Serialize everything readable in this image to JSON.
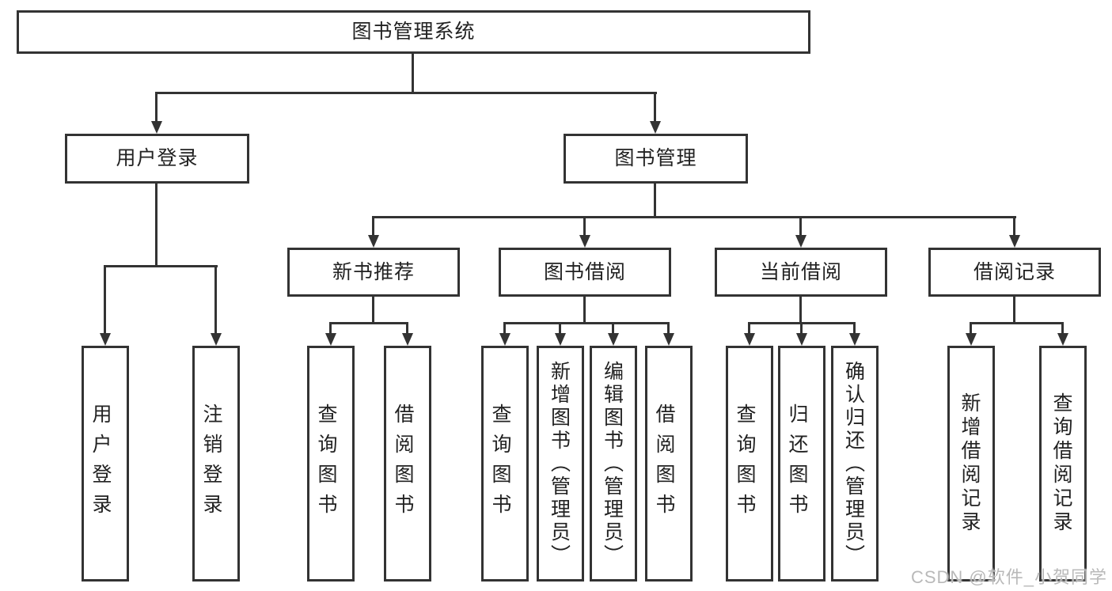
{
  "tree": {
    "root": {
      "label": "图书管理系统"
    },
    "branches": [
      {
        "label": "用户登录",
        "children": [
          {
            "label": "用户登录"
          },
          {
            "label": "注销登录"
          }
        ]
      },
      {
        "label": "图书管理",
        "children": [
          {
            "label": "新书推荐",
            "children": [
              {
                "label": "查询图书"
              },
              {
                "label": "借阅图书"
              }
            ]
          },
          {
            "label": "图书借阅",
            "children": [
              {
                "label": "查询图书"
              },
              {
                "label": "新增图书（管理员）"
              },
              {
                "label": "编辑图书（管理员）"
              },
              {
                "label": "借阅图书"
              }
            ]
          },
          {
            "label": "当前借阅",
            "children": [
              {
                "label": "查询图书"
              },
              {
                "label": "归还图书"
              },
              {
                "label": "确认归还（管理员）"
              }
            ]
          },
          {
            "label": "借阅记录",
            "children": [
              {
                "label": "新增借阅记录"
              },
              {
                "label": "查询借阅记录"
              }
            ]
          }
        ]
      }
    ]
  },
  "watermark": {
    "text": "CSDN @软件_小贺同学"
  },
  "colors": {
    "line": "#333333",
    "text": "#222222",
    "watermark": "#b9b9b9",
    "background": "#ffffff"
  }
}
